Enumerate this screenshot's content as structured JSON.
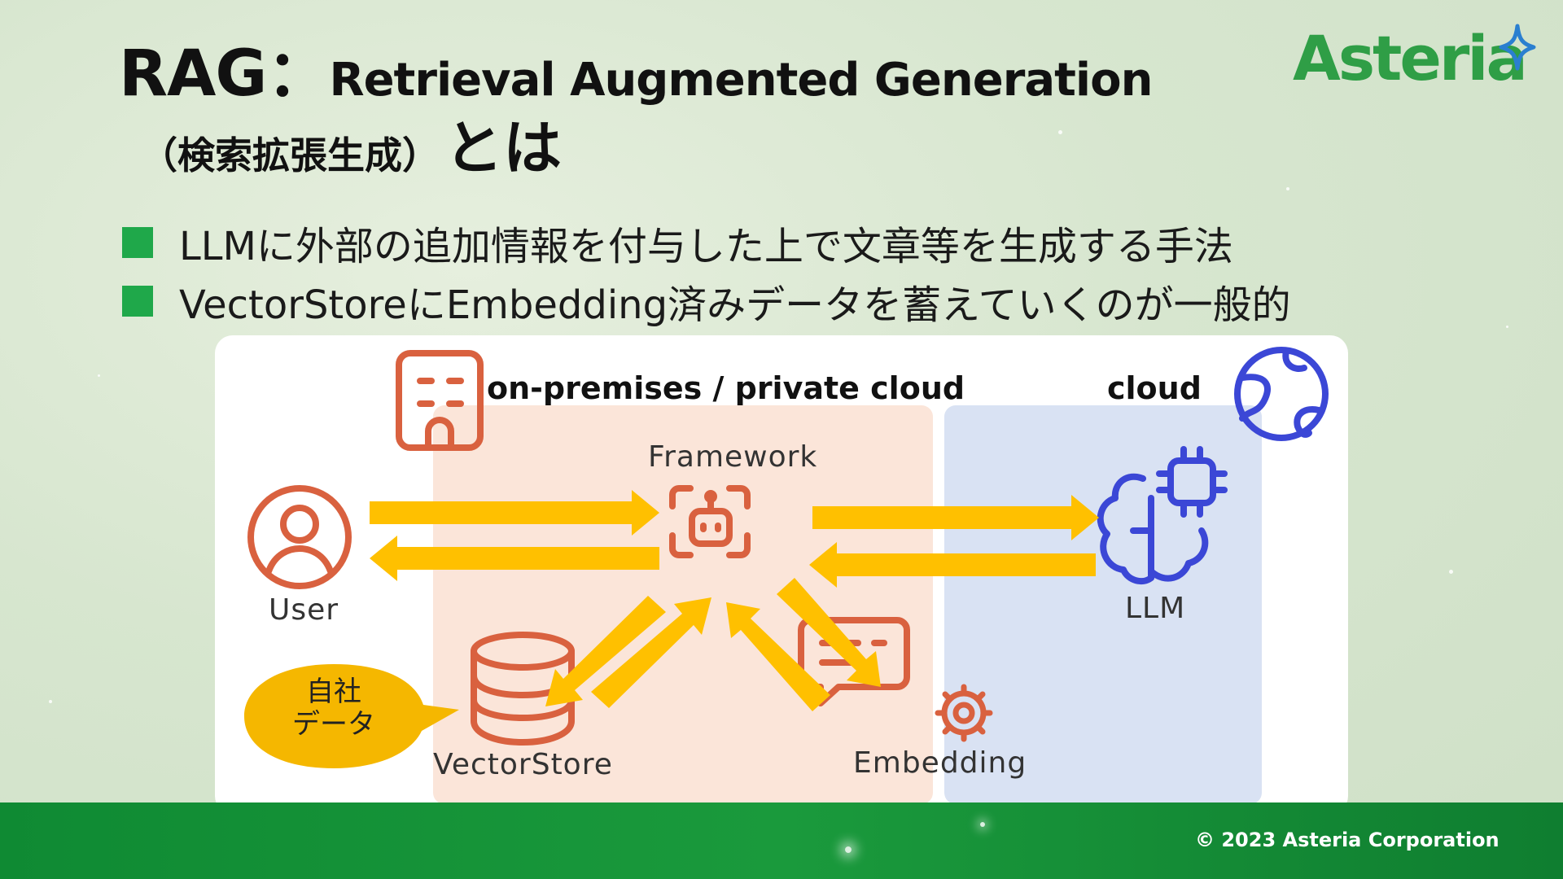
{
  "title": {
    "main": "RAG：",
    "sub": "Retrieval Augmented Generation",
    "paren": "（検索拡張生成）",
    "toha": "とは"
  },
  "logo": {
    "text": "Asteria"
  },
  "bullets": [
    {
      "text": "LLMに外部の追加情報を付与した上で文章等を生成する手法"
    },
    {
      "text": "VectorStoreにEmbedding済みデータを蓄えていくのが一般的"
    }
  ],
  "diagram": {
    "zones": {
      "onprem_label": "on-premises / private cloud",
      "cloud_label": "cloud"
    },
    "nodes": {
      "framework": "Framework",
      "user": "User",
      "llm": "LLM",
      "vectorstore": "VectorStore",
      "embedding": "Embedding"
    },
    "bubble": {
      "line1": "自社",
      "line2": "データ"
    },
    "colors": {
      "onprem_bg": "#fbe5d9",
      "cloud_bg": "#d9e2f3",
      "onprem_icon": "#d9613f",
      "cloud_icon": "#3b47d6",
      "arrow": "#ffc000",
      "bubble": "#f5b700"
    }
  },
  "footer": {
    "copyright": "© 2023 Asteria Corporation"
  }
}
